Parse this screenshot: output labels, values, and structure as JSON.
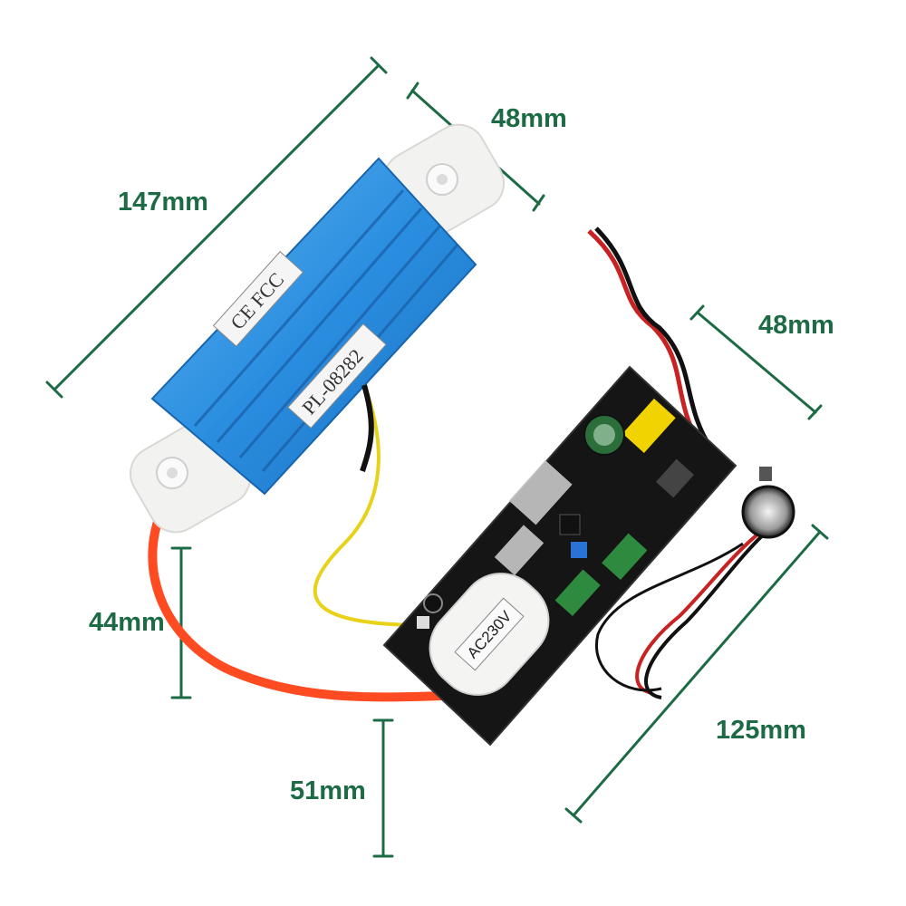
{
  "dimensions": {
    "tube_length": "147mm",
    "tube_width": "48mm",
    "tube_height": "44mm",
    "board_width": "48mm",
    "board_length": "125mm",
    "board_height": "51mm"
  },
  "labels": {
    "certification": "CE FCC",
    "model": "PL-08282",
    "transformer": "AC230V"
  },
  "colors": {
    "measure_line": "#1d6b44",
    "heatsink": "#2a8ee0",
    "board": "#151515",
    "hose": "#ff4b22"
  }
}
